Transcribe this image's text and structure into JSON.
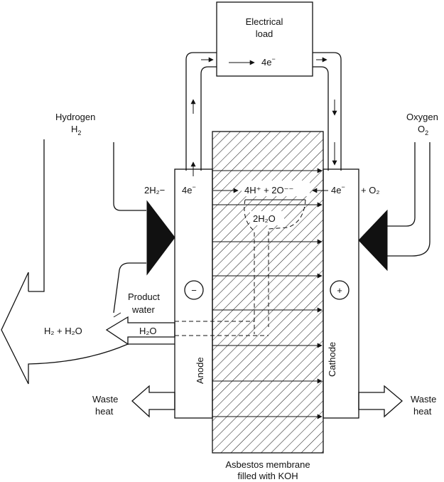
{
  "labels": {
    "load_line1": "Electrical",
    "load_line2": "load",
    "electrons_top_base": "4e",
    "electrons_top_sup": "−",
    "hydrogen_word": "Hydrogen",
    "hydrogen_formula_base": "H",
    "hydrogen_formula_sub": "2",
    "oxygen_word": "Oxygen",
    "oxygen_formula_base": "O",
    "oxygen_formula_sub": "2",
    "anode_reaction": "2H₂−",
    "anode_electrons_base": "4e",
    "anode_electrons_sup": "−",
    "ionic_reaction": "4H⁺ + 2O⁻⁻",
    "cathode_electrons_base": "4e",
    "cathode_electrons_sup": "−",
    "cathode_reaction": "+ O₂",
    "water_in_membrane": "2H₂O",
    "anode_sign": "−",
    "cathode_sign": "+",
    "product_water_line1": "Product",
    "product_water_line2": "water",
    "h2o_label": "H₂O",
    "exhaust_label": "H₂ + H₂O",
    "anode_label": "Anode",
    "cathode_label": "Cathode",
    "waste_heat_left_line1": "Waste",
    "waste_heat_left_line2": "heat",
    "waste_heat_right_line1": "Waste",
    "waste_heat_right_line2": "heat",
    "membrane_line1": "Asbestos membrane",
    "membrane_line2": "filled with KOH"
  },
  "colors": {
    "ink": "#111111",
    "background": "#ffffff"
  }
}
